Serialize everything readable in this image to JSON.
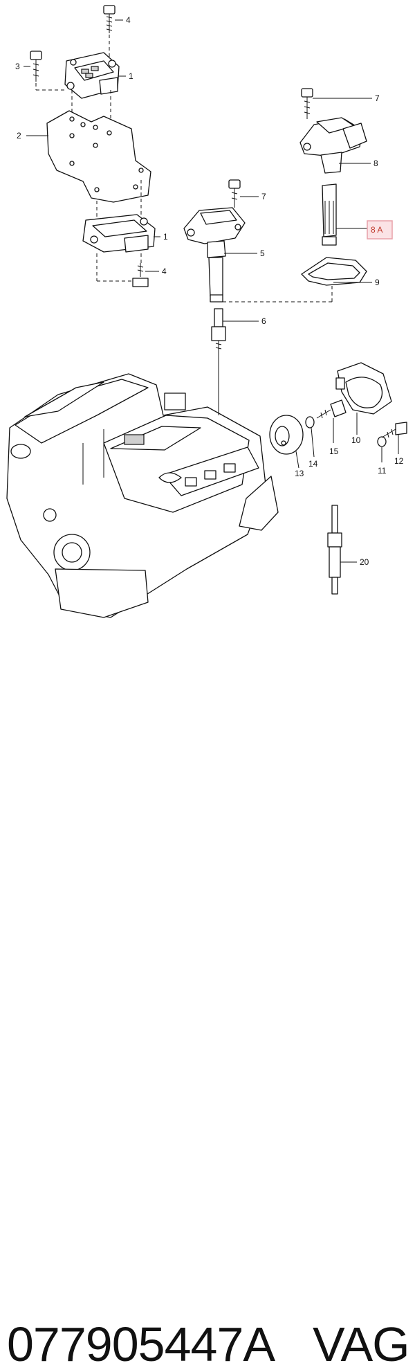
{
  "diagram": {
    "callouts": {
      "c4_top": "4",
      "c3": "3",
      "c1_top": "1",
      "c2": "2",
      "c1_bottom": "1",
      "c4_bottom": "4",
      "c7_upper": "7",
      "c8": "8",
      "c8a": "8 A",
      "c9": "9",
      "c7_lower": "7",
      "c5": "5",
      "c6": "6",
      "c10": "10",
      "c11": "11",
      "c12": "12",
      "c13": "13",
      "c14": "14",
      "c15": "15",
      "c20": "20"
    },
    "highlight_color": "#e8a0a8",
    "highlight_fill": "#fbe3e6"
  },
  "footer": {
    "part_number": "077905447A",
    "brand": "VAG"
  }
}
